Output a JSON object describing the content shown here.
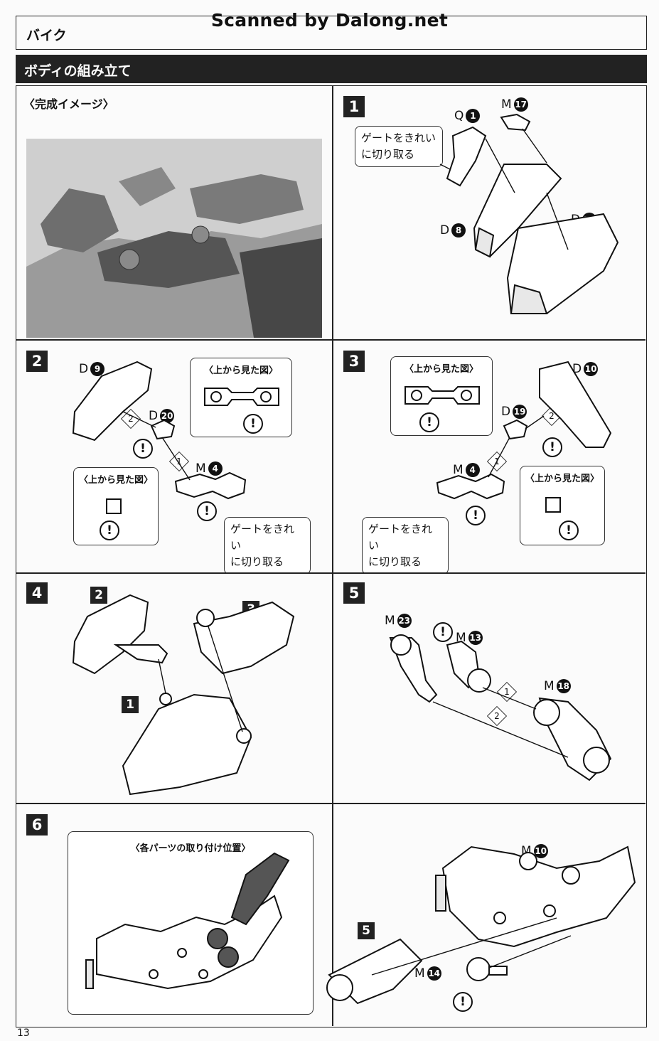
{
  "watermark": "Scanned by Dalong.net",
  "header": {
    "title": "バイク",
    "section": "ボディの組み立て"
  },
  "completed": {
    "label": "〈完成イメージ〉"
  },
  "step1": {
    "num": "1",
    "note": "ゲートをきれい\nに切り取る",
    "parts": [
      {
        "letter": "Q",
        "n": "1"
      },
      {
        "letter": "M",
        "n": "17"
      },
      {
        "letter": "D",
        "n": "8"
      },
      {
        "letter": "D",
        "n": "18"
      }
    ]
  },
  "step2": {
    "num": "2",
    "view_top": "〈上から見た図〉",
    "view_side": "〈上から見た図〉",
    "note": "ゲートをきれい\nに切り取る",
    "parts": [
      {
        "letter": "D",
        "n": "9"
      },
      {
        "letter": "D",
        "n": "20"
      },
      {
        "letter": "M",
        "n": "4"
      }
    ],
    "orders": [
      "2",
      "1"
    ]
  },
  "step3": {
    "num": "3",
    "view_top": "〈上から見た図〉",
    "view_side": "〈上から見た図〉",
    "note": "ゲートをきれい\nに切り取る",
    "parts": [
      {
        "letter": "D",
        "n": "10"
      },
      {
        "letter": "D",
        "n": "19"
      },
      {
        "letter": "M",
        "n": "4"
      }
    ],
    "orders": [
      "2",
      "1"
    ]
  },
  "step4": {
    "num": "4",
    "refs": [
      "2",
      "3",
      "1"
    ]
  },
  "step5": {
    "num": "5",
    "parts": [
      {
        "letter": "M",
        "n": "23"
      },
      {
        "letter": "M",
        "n": "13"
      },
      {
        "letter": "M",
        "n": "18"
      }
    ],
    "orders": [
      "1",
      "2"
    ]
  },
  "step6": {
    "num": "6",
    "view": "〈各パーツの取り付け位置〉",
    "ref": "5",
    "parts": [
      {
        "letter": "M",
        "n": "10"
      },
      {
        "letter": "M",
        "n": "14"
      }
    ]
  },
  "warn_symbol": "!",
  "page": "13"
}
